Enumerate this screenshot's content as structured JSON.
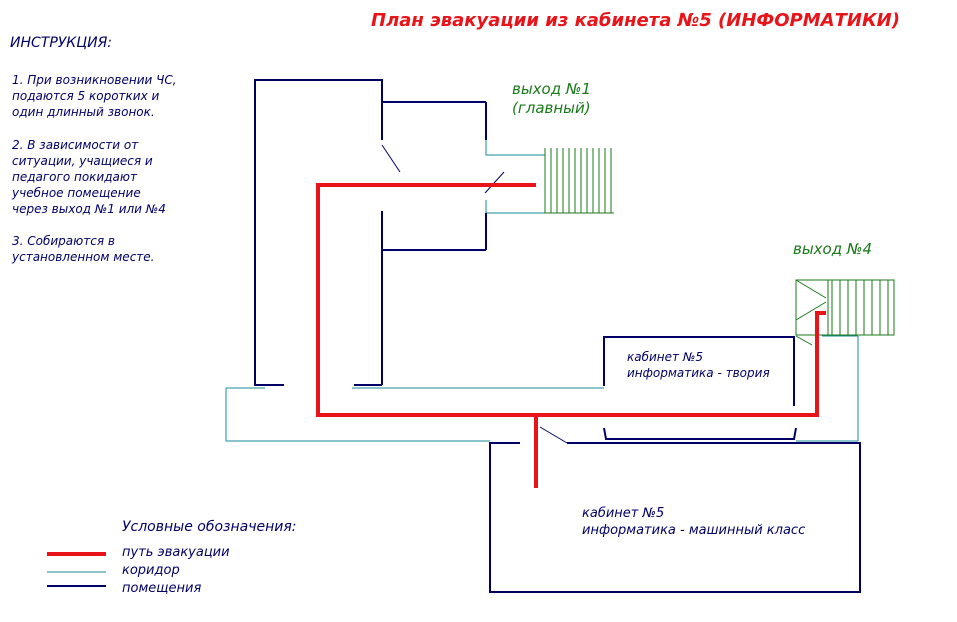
{
  "title": "План эвакуации из кабинета №5 (ИНФОРМАТИКИ)",
  "instructions": {
    "heading": "ИНСТРУКЦИЯ:",
    "items": [
      [
        "1. При возникновении ЧС,",
        "подаются 5 коротких и",
        "один длинный звонок."
      ],
      [
        "2. В зависимости от",
        "ситуации, учащиеся и",
        "педагого покидают",
        "учебное помещение",
        "через выход №1  или №4"
      ],
      [
        "3. Собираются в",
        "установленном месте."
      ]
    ]
  },
  "exits": {
    "exit1_line1": "выход №1",
    "exit1_line2": "(главный)",
    "exit4": "выход №4"
  },
  "rooms": {
    "theory_line1": "кабинет №5",
    "theory_line2": "информатика - твория",
    "lab_line1": "кабинет №5",
    "lab_line2": "информатика - машинный класс"
  },
  "legend": {
    "title": "Условные обозначения:",
    "evac_path": "путь эвакуации",
    "corridor": "коридор",
    "rooms": "помещения"
  },
  "colors": {
    "evacuation_path": "#e8141a",
    "corridor": "#1a8a9a",
    "rooms": "#000066",
    "exits": "#1a7a1a",
    "title": "#e8141a"
  }
}
